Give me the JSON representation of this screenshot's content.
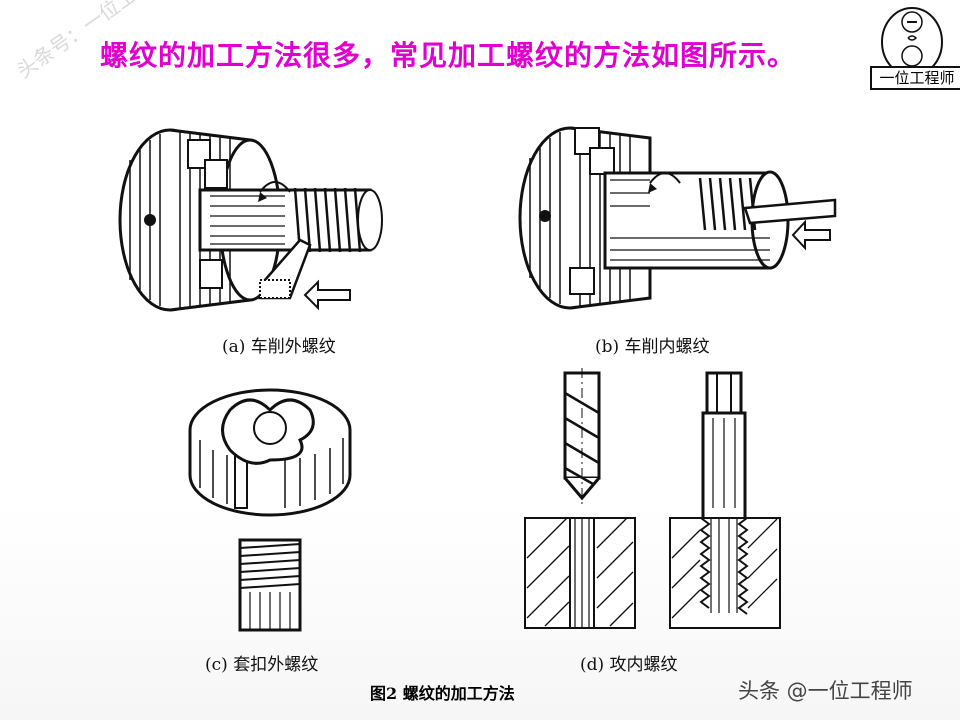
{
  "title": "螺纹的加工方法很多，常见加工螺纹的方法如图所示。",
  "watermark_left": "头条号：一位工程师",
  "logo": {
    "label": "一位工程师"
  },
  "figures": {
    "a": "(a)  车削外螺纹",
    "b": "(b)  车削内螺纹",
    "c": "(c)  套扣外螺纹",
    "d": "(d)  攻内螺纹"
  },
  "figure_caption": "图2  螺纹的加工方法",
  "footer_watermark": "头条 @一位工程师"
}
